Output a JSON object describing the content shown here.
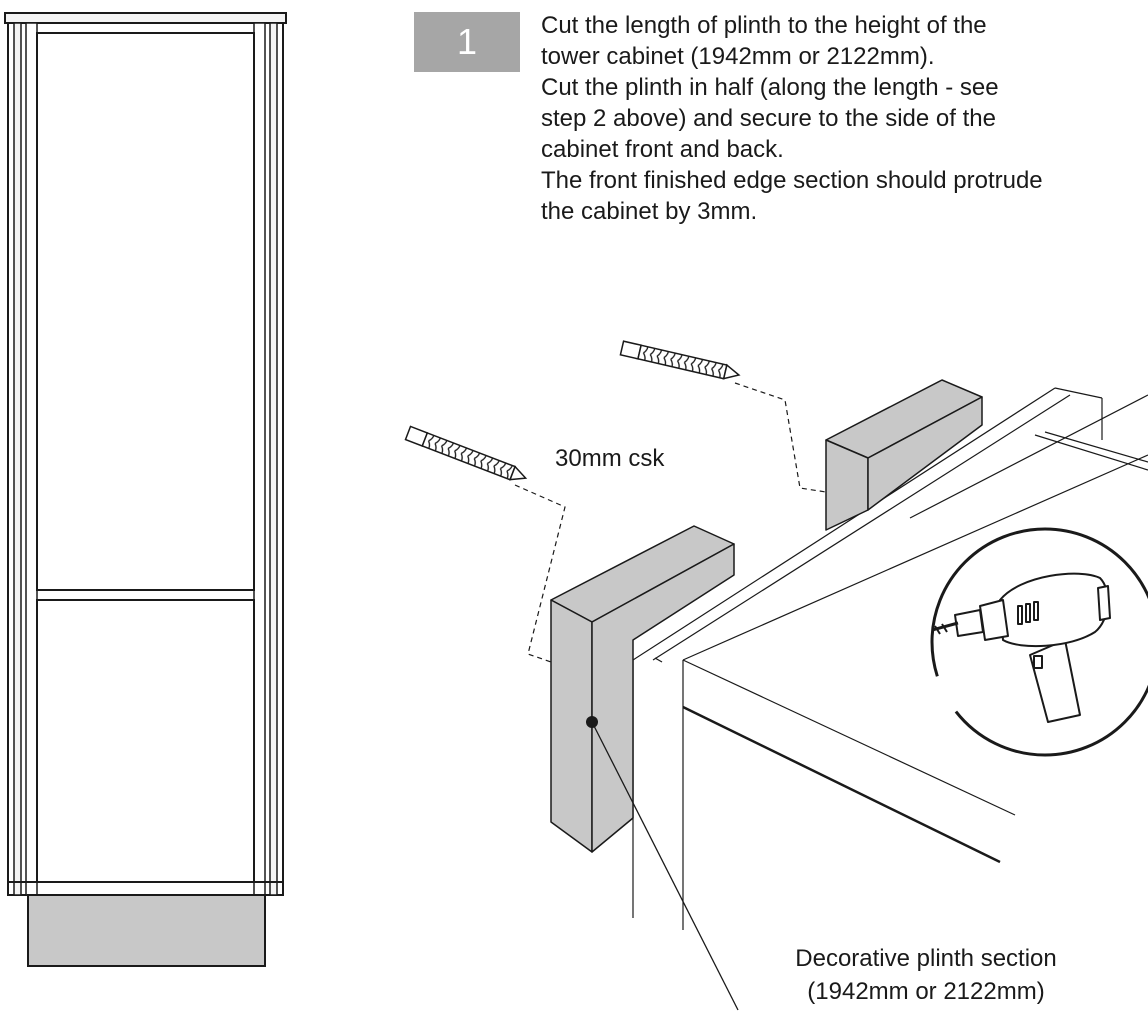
{
  "step": {
    "number": "1"
  },
  "instructions": [
    "Cut the length of plinth to the height of the",
    "tower cabinet (1942mm or 2122mm).",
    "Cut the plinth in half (along the length - see",
    "step 2 above) and secure to the side of the",
    "cabinet front and back.",
    "The front finished edge section should protrude",
    "the cabinet by 3mm."
  ],
  "labels": {
    "screw_spec": "30mm csk",
    "plinth_title": "Decorative plinth section",
    "plinth_size": "(1942mm or 2122mm)"
  },
  "icons": [
    "screw-icon",
    "drill-icon"
  ],
  "colors": {
    "plinth_fill": "#c8c8c8",
    "badge": "#a6a6a6",
    "line": "#1a1a1a"
  }
}
